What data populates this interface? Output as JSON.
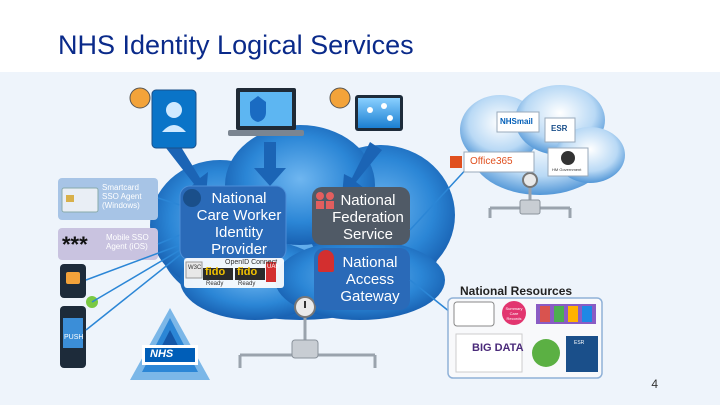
{
  "title": "NHS Identity Logical Services",
  "page_number": "4",
  "left_cards": {
    "smartcard": "Smartcard SSO Agent (Windows)",
    "mobile": "Mobile SSO Agent (iOS)",
    "stars": "***",
    "push": "PUSH"
  },
  "services": {
    "care_worker": "National Care Worker Identity Provider",
    "federation": "National Federation Service",
    "access_gateway": "National Access Gateway"
  },
  "standards": {
    "openid": "OpenID Connect",
    "fido1": "fido",
    "fido2": "fido",
    "w3c": "W3C",
    "uaf": "UAF",
    "ready1": "Ready",
    "ready2": "Ready"
  },
  "external": {
    "nhsmail": "NHSmail",
    "esr": "ESR",
    "office365": "Office365",
    "hm_gov": "HM Government"
  },
  "national_resources": {
    "title": "National Resources",
    "items": [
      "Summary Care Records",
      "BIG DATA",
      "ESR"
    ]
  },
  "nhs_logo": "NHS",
  "colors": {
    "title": "#0a2a8a",
    "cloud": "#1a6fc4",
    "service_box": "#2a6ab8",
    "federation_box": "#505a66",
    "arrow": "#1b64b5"
  }
}
